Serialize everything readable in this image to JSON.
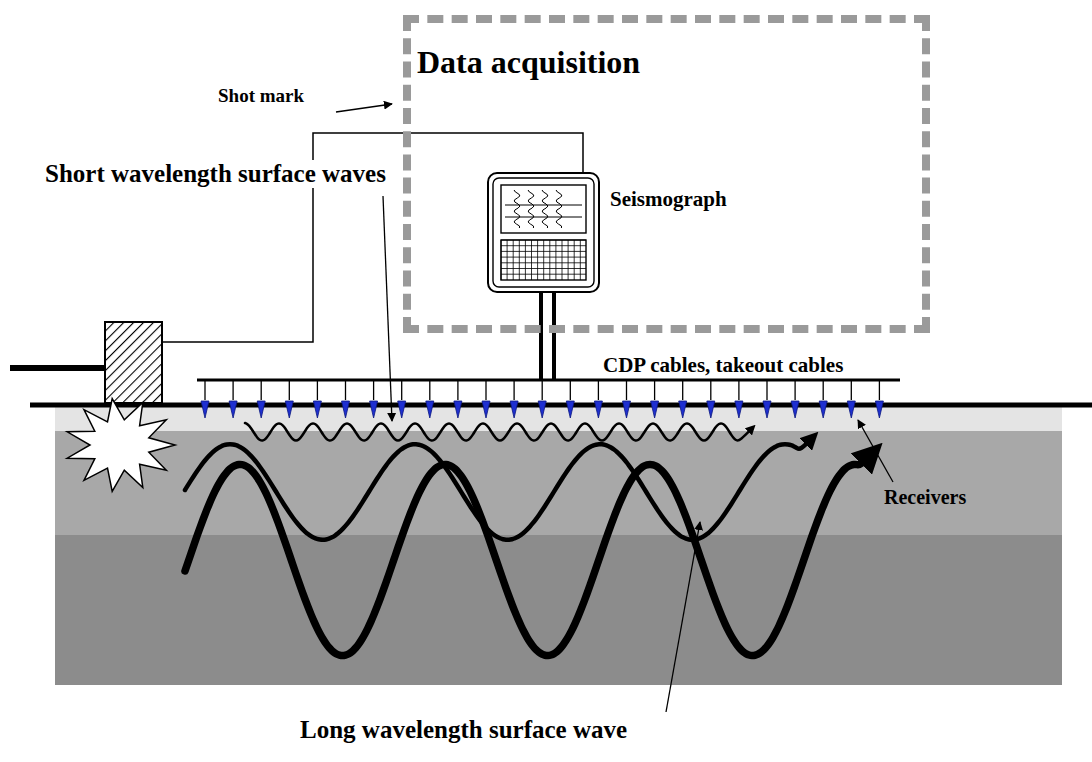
{
  "diagram": {
    "nodes": [
      {
        "text": [
          "Data acquisition"
        ]
      },
      {
        "text": [
          "Seismograph"
        ],
        "in": 0
      }
    ],
    "labels": [
      "Shot mark",
      "Short wavelength surface waves",
      "CDP cables, takeout cables",
      "Receivers",
      "Long wavelength surface wave"
    ]
  }
}
